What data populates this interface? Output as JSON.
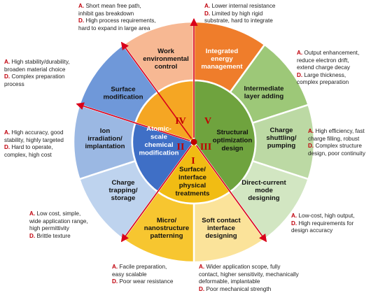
{
  "colors": {
    "red_accent": "#c00000",
    "arrow": "#d9001a",
    "core_blue": "#3f6fc6",
    "core_orange": "#f5a623",
    "core_green": "#6fa33e",
    "core_gold": "#f1bc13"
  },
  "quadrants": {
    "I": "I",
    "II": "II",
    "III": "III",
    "IV": "IV",
    "V": "V"
  },
  "core": {
    "chemical": "Atomic-scale chemical modification",
    "structural": "Structural optimization design",
    "surface": "Surface/ interface physical treatments"
  },
  "segments": [
    {
      "id": "work",
      "label": "Work environmental control",
      "fill": "#f7b893"
    },
    {
      "id": "integrated",
      "label": "Integrated energy management",
      "fill": "#ef7d2b"
    },
    {
      "id": "intermediate",
      "label": "Intermediate layer adding",
      "fill": "#9dc878"
    },
    {
      "id": "shuttling",
      "label": "Charge shuttling/ pumping",
      "fill": "#bcd9a4"
    },
    {
      "id": "directcurrent",
      "label": "Direct-current mode designing",
      "fill": "#d2e6c2"
    },
    {
      "id": "softcontact",
      "label": "Soft contact interface designing",
      "fill": "#fbe39a"
    },
    {
      "id": "micro",
      "label": "Micro/ nanostructure patterning",
      "fill": "#f7c630"
    },
    {
      "id": "trapping",
      "label": "Charge trapping/ storage",
      "fill": "#bed3ee"
    },
    {
      "id": "ion",
      "label": "Ion irradiation/ implantation",
      "fill": "#9bb8e3"
    },
    {
      "id": "surface",
      "label": "Surface modification",
      "fill": "#6f98d9"
    }
  ],
  "notes": {
    "work": {
      "a_tag": "A.",
      "a": [
        "Short mean free path,",
        "inhibit gas breakdown"
      ],
      "d_tag": "D.",
      "d": [
        "High process requirements,",
        "hard to expand in large area"
      ]
    },
    "integrated": {
      "a_tag": "A.",
      "a": [
        "Lower internal resistance"
      ],
      "d_tag": "D.",
      "d": [
        "Limited by high rigid",
        "substrate, hard to integrate"
      ]
    },
    "intermediate": {
      "a_tag": "A.",
      "a": [
        "Output enhancement,",
        "reduce electron drift,",
        "extend charge decay"
      ],
      "d_tag": "D.",
      "d": [
        "Large thickness,",
        "complex preparation"
      ]
    },
    "shuttling": {
      "a_tag": "A.",
      "a": [
        "High efficiency, fast",
        "charge filling, robust"
      ],
      "d_tag": "D.",
      "d": [
        "Complex structure",
        "design, poor continuity"
      ]
    },
    "directcurrent": {
      "a_tag": "A.",
      "a": [
        "Low-cost, high output,"
      ],
      "d_tag": "D.",
      "d": [
        "High requirements for",
        "design accuracy"
      ]
    },
    "softcontact": {
      "a_tag": "A.",
      "a": [
        "Wider application scope, fully",
        "contact, higher sensitivity, mechanically",
        "deformable, implantable"
      ],
      "d_tag": "D.",
      "d": [
        "Poor mechanical strength"
      ]
    },
    "micro": {
      "a_tag": "A.",
      "a": [
        "Facile preparation,",
        "easy scalable"
      ],
      "d_tag": "D.",
      "d": [
        "Poor wear resistance"
      ]
    },
    "trapping": {
      "a_tag": "A.",
      "a": [
        "Low cost, simple,",
        "wide application range,",
        "high permittivity"
      ],
      "d_tag": "D.",
      "d": [
        "Brittle texture"
      ]
    },
    "ion": {
      "a_tag": "A.",
      "a": [
        "High accuracy, good",
        "stability, highly targeted"
      ],
      "d_tag": "D.",
      "d": [
        "Hard to operate,",
        "complex, high cost"
      ]
    },
    "surface": {
      "a_tag": "A.",
      "a": [
        "High stability/durability,",
        "broaden material choice"
      ],
      "d_tag": "D.",
      "d": [
        "Complex preparation",
        "process"
      ]
    }
  }
}
